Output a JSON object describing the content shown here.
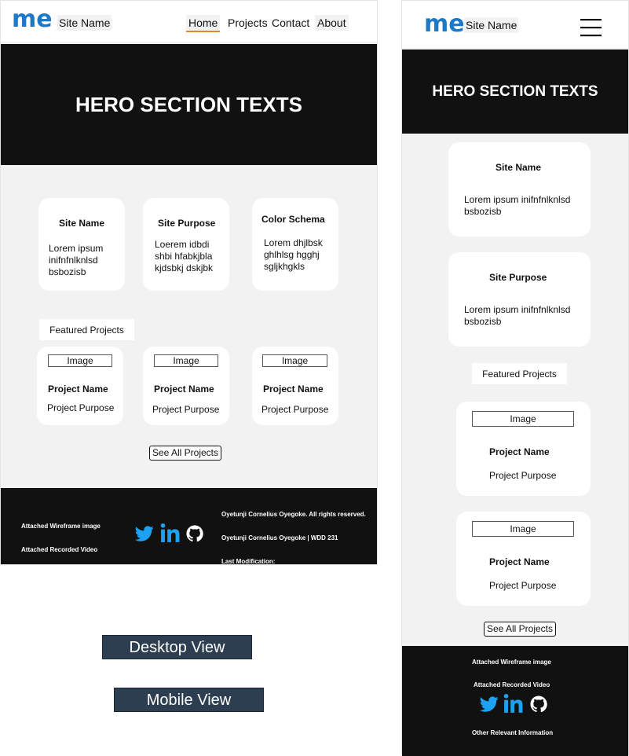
{
  "brand": {
    "logo_text": "me",
    "logo_color": "#1e78c8",
    "site_name": "Site Name"
  },
  "desktop": {
    "nav": [
      {
        "label": "Home"
      },
      {
        "label": "Projects"
      },
      {
        "label": "Contact"
      },
      {
        "label": "About"
      }
    ],
    "active_nav": "Home",
    "active_underline_color": "#e08a2c",
    "hero_text": "HERO SECTION TEXTS",
    "info_cards": [
      {
        "title": "Site Name",
        "lines": [
          "Lorem ipsum",
          "inifnfnlknlsd",
          "bsbozisb"
        ]
      },
      {
        "title": "Site Purpose",
        "lines": [
          "Loerem idbdi",
          "shbi hfabkjbla",
          "kjdsbkj dskjbk"
        ]
      },
      {
        "title": "Color Schema",
        "lines": [
          "Lorem dhjlbsk",
          "ghlhlsg hgghj",
          "sgljkhgkls"
        ]
      }
    ],
    "featured_label": "Featured Projects",
    "projects": [
      {
        "image": "Image",
        "name": "Project Name",
        "purpose": "Project Purpose"
      },
      {
        "image": "Image",
        "name": "Project Name",
        "purpose": "Project Purpose"
      },
      {
        "image": "Image",
        "name": "Project Name",
        "purpose": "Project Purpose"
      }
    ],
    "see_all": "See All Projects",
    "footer": {
      "left": [
        "Attached Wireframe image",
        "Attached Recorded Video"
      ],
      "right": [
        "Oyetunji Cornelius Oyegoke. All rights reserved.",
        "Oyetunji Cornelius Oyegoke | WDD 231",
        "Last Modification:"
      ]
    }
  },
  "view_buttons": [
    "Desktop View",
    "Mobile View"
  ],
  "mobile": {
    "hero_text": "HERO SECTION TEXTS",
    "info_cards": [
      {
        "title": "Site Name",
        "lines": [
          "Lorem ipsum inifnfnlknlsd",
          "bsbozisb"
        ]
      },
      {
        "title": "Site Purpose",
        "lines": [
          "Lorem ipsum inifnfnlknlsd",
          "bsbozisb"
        ]
      }
    ],
    "featured_label": "Featured Projects",
    "projects": [
      {
        "image": "Image",
        "name": "Project Name",
        "purpose": "Project Purpose"
      },
      {
        "image": "Image",
        "name": "Project Name",
        "purpose": "Project Purpose"
      }
    ],
    "see_all": "See All Projects",
    "footer": [
      "Attached Wireframe image",
      "Attached Recorded Video",
      "Other Relevant Information"
    ]
  },
  "colors": {
    "dark": "#111111",
    "panel": "#f2f2f2",
    "social_blue": "#1da1f2",
    "button_bg": "#2c3e50"
  },
  "icons": [
    "twitter-icon",
    "linkedin-icon",
    "github-icon",
    "hamburger-menu-icon"
  ]
}
